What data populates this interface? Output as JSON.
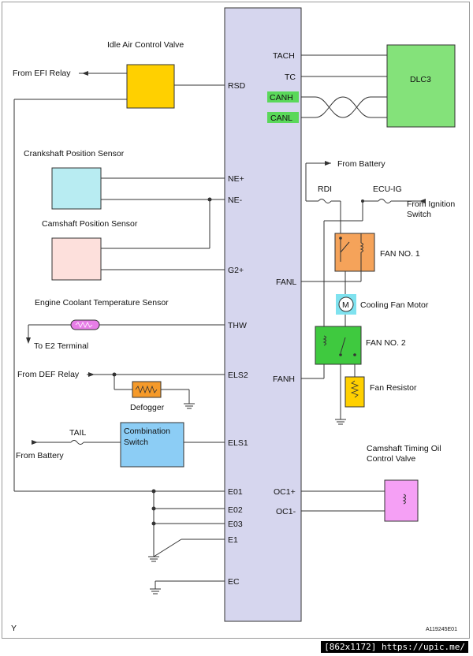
{
  "ecm_pins_left": {
    "rsd": "RSD",
    "ne_plus": "NE+",
    "ne_minus": "NE-",
    "g2_plus": "G2+",
    "thw": "THW",
    "els2": "ELS2",
    "els1": "ELS1",
    "e01": "E01",
    "e02": "E02",
    "e03": "E03",
    "e1": "E1",
    "ec": "EC"
  },
  "ecm_pins_right": {
    "tach": "TACH",
    "tc": "TC",
    "canh": "CANH",
    "canl": "CANL",
    "fanl": "FANL",
    "fanh": "FANH",
    "oc1_plus": "OC1+",
    "oc1_minus": "OC1-"
  },
  "labels": {
    "idle_air_control_valve": "Idle Air Control Valve",
    "from_efi_relay": "From EFI Relay",
    "crankshaft_sensor": "Crankshaft Position Sensor",
    "camshaft_sensor": "Camshaft Position Sensor",
    "coolant_sensor": "Engine Coolant Temperature Sensor",
    "to_e2": "To E2 Terminal",
    "from_def_relay": "From DEF Relay",
    "defogger": "Defogger",
    "tail": "TAIL",
    "from_battery_left": "From Battery",
    "combination_switch_line1": "Combination",
    "combination_switch_line2": "Switch",
    "dlc3": "DLC3",
    "from_battery_right": "From Battery",
    "rdi": "RDI",
    "ecu_ig": "ECU-IG",
    "from_ignition_line1": "From Ignition",
    "from_ignition_line2": "Switch",
    "fan_no1": "FAN NO. 1",
    "cooling_fan_motor": "Cooling Fan Motor",
    "motor_symbol": "M",
    "fan_no2": "FAN NO. 2",
    "fan_resistor": "Fan Resistor",
    "camshaft_oil_line1": "Camshaft Timing Oil",
    "camshaft_oil_line2": "Control Valve",
    "corner_y": "Y",
    "figure_code": "A119245E01"
  },
  "colors": {
    "ecm_body": "#d6d6ee",
    "idle_valve": "#ffd000",
    "crank_sensor": "#b8ecf2",
    "cam_sensor": "#fde0dc",
    "dlc3": "#84e27a",
    "can_highlight": "#5ad85a",
    "fan_relay1": "#f5a35a",
    "fan_relay2": "#3fc93f",
    "fan_resistor": "#ffd000",
    "motor": "#7fe2ef",
    "thermistor": "#e77ee7",
    "defogger": "#f59a2a",
    "combination_switch": "#8ccdf5",
    "ocv": "#f5a0f5"
  },
  "footer": "[862x1172] https://upic.me/"
}
